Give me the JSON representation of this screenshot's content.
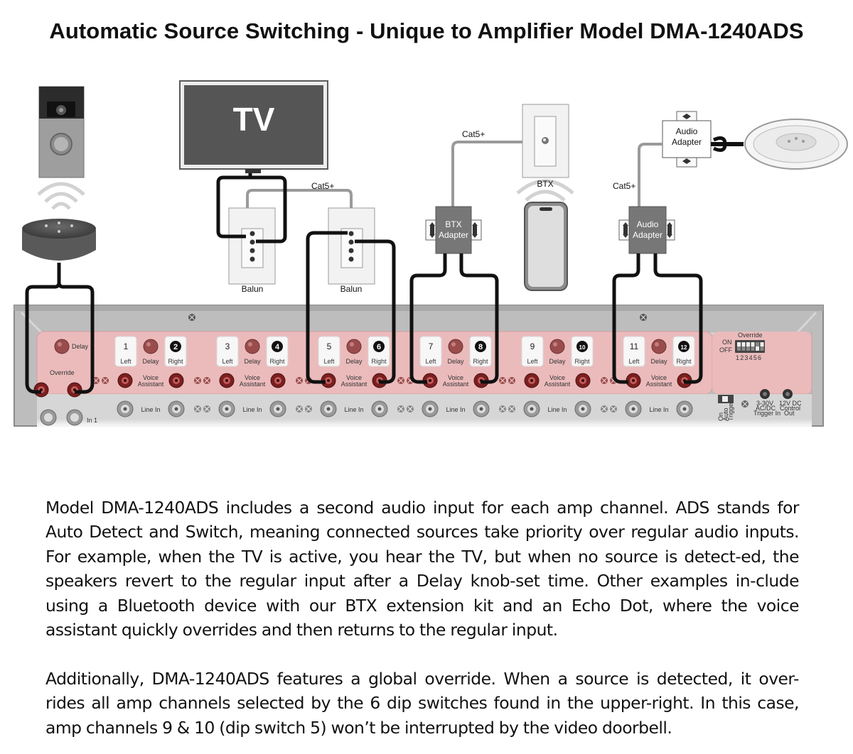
{
  "title": "Automatic Source Switching - Unique to Amplifier Model DMA-1240ADS",
  "diagram": {
    "tv_label": "TV",
    "cat5_label": "Cat5+",
    "balun_label": "Balun",
    "btx_label": "BTX",
    "btx_adapter_line1": "BTX",
    "btx_adapter_line2": "Adapter",
    "audio_adapter_line1": "Audio",
    "audio_adapter_line2": "Adapter",
    "amp": {
      "delay_label": "Delay",
      "override_label": "Override",
      "left_label": "Left",
      "right_label": "Right",
      "voice_line1": "Voice",
      "voice_line2": "Assistant",
      "line_in_label": "Line In",
      "in1_label": "In 1",
      "dip_on": "ON",
      "dip_off": "OFF",
      "dip_override": "Override",
      "dip_numbers": "123456",
      "channels": [
        {
          "left": "1",
          "right": "2"
        },
        {
          "left": "3",
          "right": "4"
        },
        {
          "left": "5",
          "right": "6"
        },
        {
          "left": "7",
          "right": "8"
        },
        {
          "left": "9",
          "right": "10"
        },
        {
          "left": "11",
          "right": "12"
        }
      ],
      "trigger_label_1": "3-30V",
      "trigger_label_2": "AC/DC",
      "trigger_label_3": "Trigger In",
      "dc_label_1": "12V DC",
      "dc_label_2": "Control",
      "dc_label_3": "Out",
      "switch_label_1": "On",
      "switch_label_2": "Auto",
      "switch_label_3": "Trigger"
    },
    "colors": {
      "panel_pink": "#ebbbbc",
      "chassis_gray": "#bdbdbd",
      "cable_black": "#111111",
      "cable_gray": "#9a9a9a"
    }
  },
  "paragraphs": [
    "Model DMA-1240ADS includes a second audio input for each amp channel. ADS stands for Auto Detect and Switch, meaning connected sources take priority over regular audio inputs. For example, when the TV is active, you hear the TV, but when no source is detect-ed, the speakers revert to the regular input after a Delay knob-set time. Other examples in-clude using a Bluetooth device with our BTX extension kit and an Echo Dot, where the voice assistant quickly overrides and then returns to the regular input.",
    "Additionally, DMA-1240ADS features a global override. When a source is detected, it over-rides all amp channels selected by the 6 dip switches found in the upper-right. In this case, amp channels 9 & 10 (dip switch 5) won’t be interrupted by the video doorbell."
  ]
}
